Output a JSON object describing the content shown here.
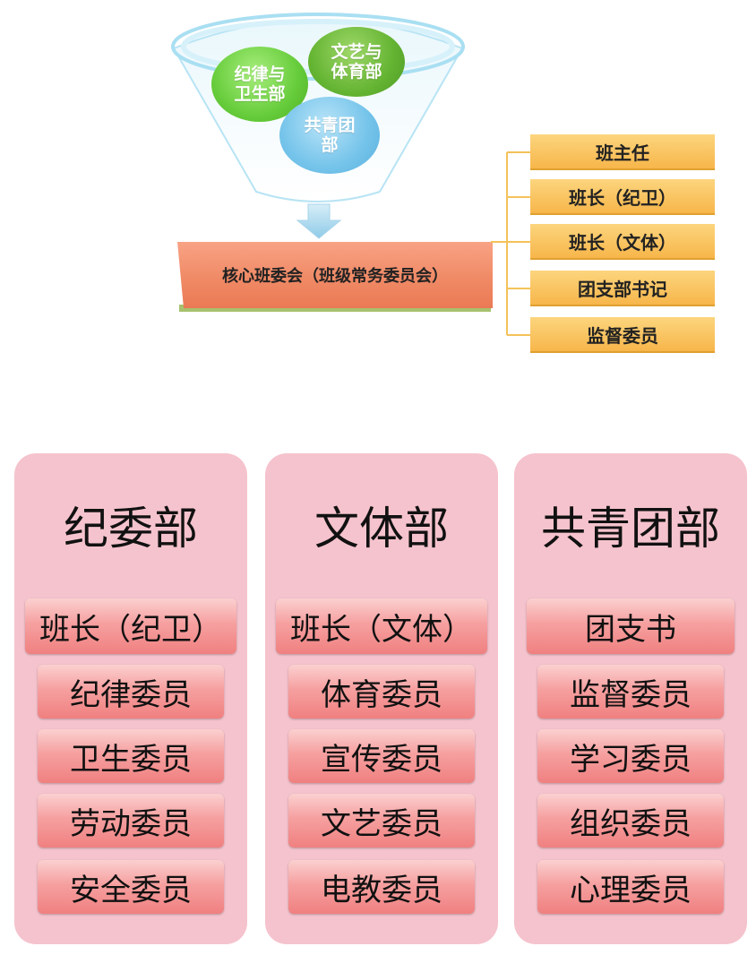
{
  "funnel": {
    "circles": {
      "discipline": "纪律与卫生部",
      "arts_sports": "文艺与体育部",
      "league": "共青团部"
    },
    "colors": {
      "funnel_rim": "#7fd3f0",
      "arrow": "#8fd0f0"
    }
  },
  "core_committee": {
    "label": "核心班委会（班级常务委员会）",
    "members": [
      "班主任",
      "班长（纪卫）",
      "班长（文体）",
      "团支部书记",
      "监督委员"
    ]
  },
  "departments": [
    {
      "title": "纪委部",
      "lead": "班长（纪卫）",
      "roles": [
        "纪律委员",
        "卫生委员",
        "劳动委员",
        "安全委员"
      ]
    },
    {
      "title": "文体部",
      "lead": "班长（文体）",
      "roles": [
        "体育委员",
        "宣传委员",
        "文艺委员",
        "电教委员"
      ]
    },
    {
      "title": "共青团部",
      "lead": "团支书",
      "roles": [
        "监督委员",
        "学习委员",
        "组织委员",
        "心理委员"
      ]
    }
  ],
  "colors": {
    "panel": "#f5c3cd",
    "role_box": "#f08080",
    "member_box": "#f7b64a",
    "core_bar": "#f08a66"
  }
}
